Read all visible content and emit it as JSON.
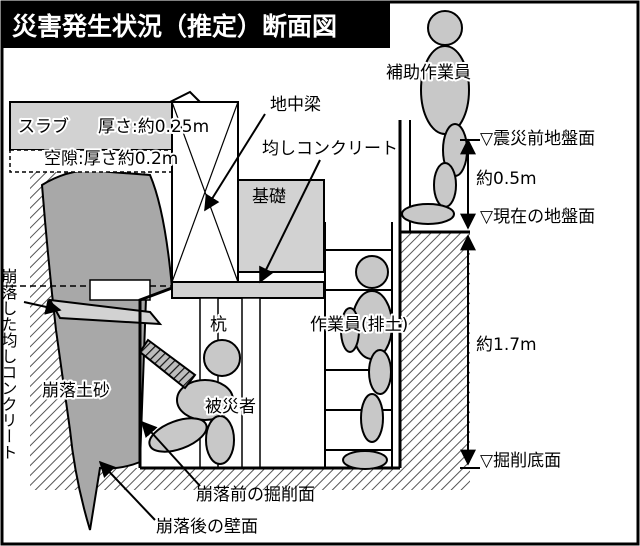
{
  "title": "災害発生状況（推定）断面図",
  "labels": {
    "slab": "スラブ",
    "slab_thickness": "厚さ:約0.25m",
    "void": "空隙:厚さ約0.2m",
    "ground_beam": "地中梁",
    "leveling_concrete": "均しコンクリート",
    "foundation": "基礎",
    "pile": "杭",
    "collapsed_leveling_concrete": "崩落した均しコンクリート",
    "collapsed_soil": "崩落土砂",
    "victim": "被災者",
    "worker_assistant": "補助作業員",
    "worker_drainage": "作業員(排土)",
    "before_excavation_face": "崩落前の掘削面",
    "after_wall_face": "崩落後の壁面",
    "ground_before_quake": "▽震災前地盤面",
    "ground_current": "▽現在の地盤面",
    "excavation_bottom": "▽掘削底面"
  },
  "dimensions": {
    "upper": "約0.5m",
    "lower": "約1.7m"
  },
  "colors": {
    "ink": "#000000",
    "title_bg": "#000000",
    "title_text": "#ffffff",
    "soil_fill": "#a8a8a8",
    "figure_fill": "#c8c8c8",
    "concrete_fill": "#d2d2d2",
    "hatch": "#555555"
  }
}
